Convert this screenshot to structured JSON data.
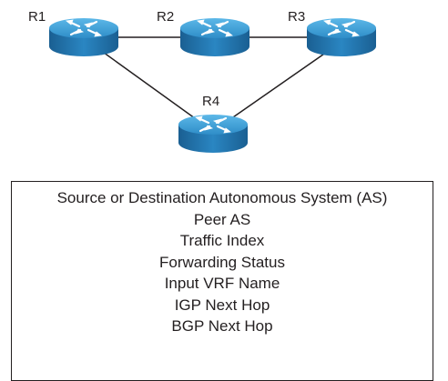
{
  "diagram": {
    "routers": [
      {
        "id": "R1",
        "label": "R1"
      },
      {
        "id": "R2",
        "label": "R2"
      },
      {
        "id": "R3",
        "label": "R3"
      },
      {
        "id": "R4",
        "label": "R4"
      }
    ],
    "links": [
      [
        "R1",
        "R2"
      ],
      [
        "R2",
        "R3"
      ],
      [
        "R1",
        "R4"
      ],
      [
        "R3",
        "R4"
      ]
    ],
    "colors": {
      "router_top": "#3c9fd6",
      "router_side": "#1d6ea6",
      "router_arrow": "#ffffff",
      "link": "#231f20"
    }
  },
  "fields": [
    "Source or Destination Autonomous System (AS)",
    "Peer AS",
    "Traffic Index",
    "Forwarding Status",
    "Input VRF Name",
    "IGP Next Hop",
    "BGP Next Hop"
  ]
}
